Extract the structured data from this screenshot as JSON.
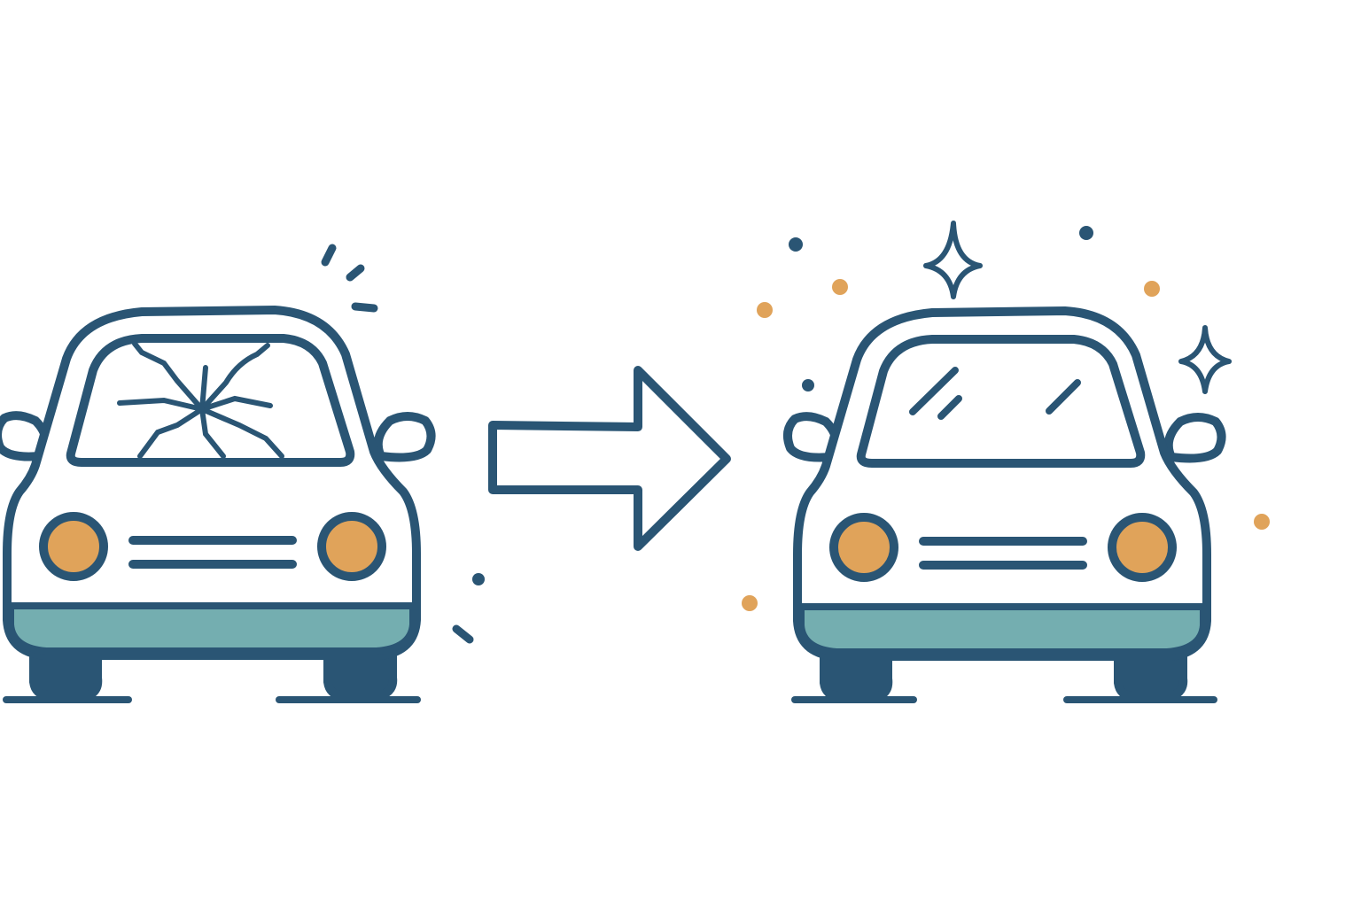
{
  "illustration": {
    "left_car": {
      "state": "cracked-windshield"
    },
    "right_car": {
      "state": "repaired-windshield"
    },
    "arrow": {
      "direction": "right"
    }
  },
  "colors": {
    "outline": "#2a5574",
    "headlight": "#e0a35a",
    "bumper": "#74aeb0",
    "background": "#ffffff",
    "sparkle_dot_orange": "#e0a35a",
    "sparkle_dot_blue": "#2a5574"
  }
}
